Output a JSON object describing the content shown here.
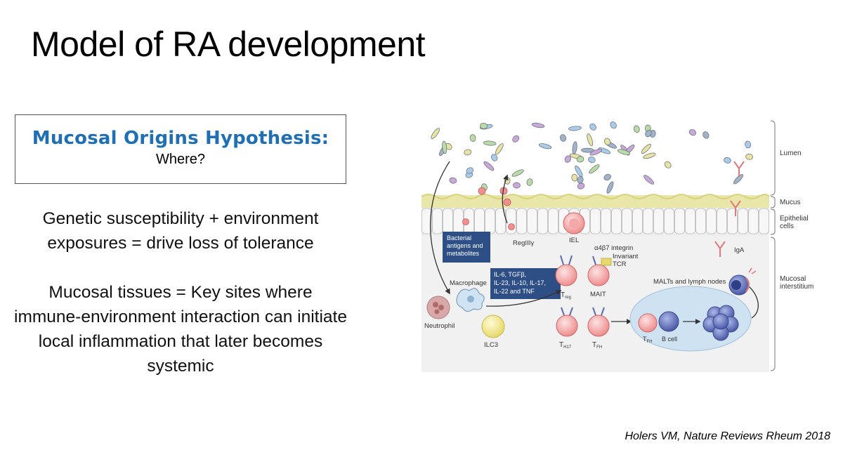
{
  "slide": {
    "title": "Model of RA development",
    "hypothesis": {
      "title": "Mucosal Origins Hypothesis:",
      "subtitle": "Where?"
    },
    "paragraphs": [
      "Genetic susceptibility + environment exposures = drive loss of tolerance",
      "Mucosal tissues = Key sites where immune-environment interaction can initiate local inflammation that later becomes systemic"
    ],
    "citation": "Holers VM, Nature Reviews Rheum 2018"
  },
  "figure": {
    "layers": [
      "Lumen",
      "Mucus",
      "Epithelial cells",
      "Mucosal interstitium"
    ],
    "labels": {
      "bacterial": [
        "Bacterial",
        "antigens and",
        "metabolites"
      ],
      "cytokines": [
        "IL-6, TGFβ,",
        "IL-23, IL-10, IL-17,",
        "IL-22 and TNF"
      ],
      "regiii": "RegIIIγ",
      "iel": "IEL",
      "integrin": "α4β7 integrin",
      "invariant_tcr": [
        "Invariant",
        "TCR"
      ],
      "iga": "IgA",
      "macrophage": "Macrophage",
      "neutrophil": "Neutrophil",
      "ilc3": "ILC3",
      "treg": "T",
      "treg_sub": "reg",
      "mait": "MAIT",
      "th17": "T",
      "th17_sub": "H17",
      "tfh": "T",
      "tfh_sub": "FH",
      "tfh2": "T",
      "tfh2_sub": "FH",
      "bcell": "B cell",
      "malts": "MALTs and lymph nodes"
    }
  },
  "colors": {
    "accent": "#1f6fb5",
    "label_box": "#2d4f86"
  }
}
